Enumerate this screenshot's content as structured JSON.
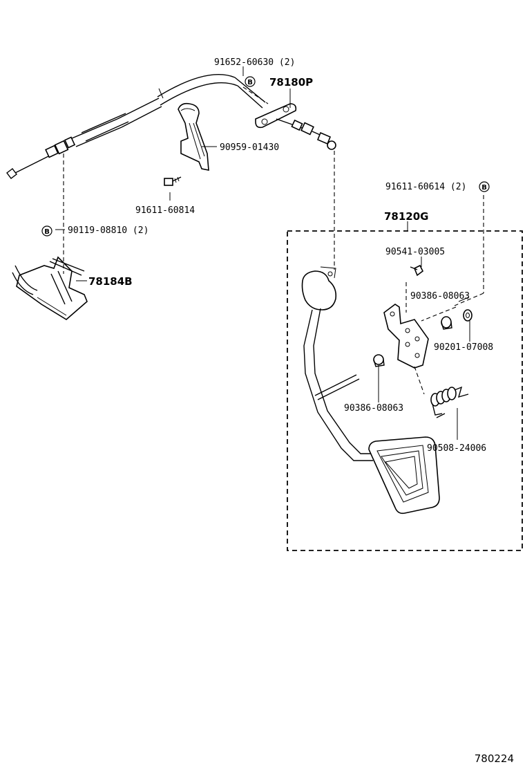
{
  "diagram_id": "780224",
  "bolt_marker": "B",
  "parts": {
    "bolt_top": "91652-60630 (2)",
    "cable_assembly": "78180P",
    "cable_bracket": "90959-01430",
    "bracket_bolt": "91611-60814",
    "clamp_bolt": "90119-08810 (2)",
    "cable_clamp": "78184B",
    "pedal_bolt": "91611-60614 (2)",
    "pedal_assembly": "78120G",
    "pin": "90541-03005",
    "bushing_right": "90386-08063",
    "washer": "90201-07008",
    "bushing_left": "90386-08063",
    "spring": "90508-24006"
  }
}
